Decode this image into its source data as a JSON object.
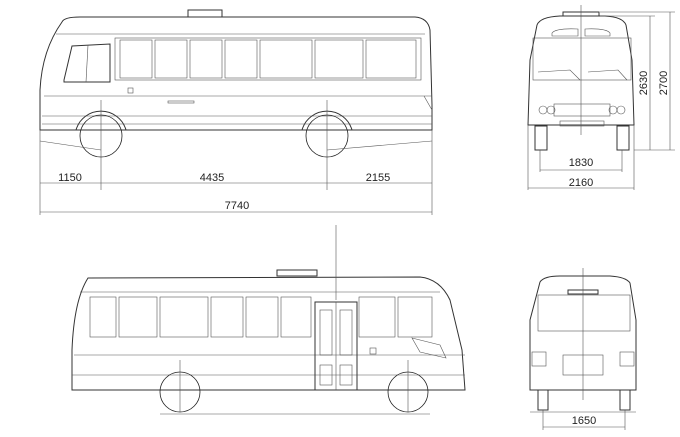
{
  "title": "Bus dimension drawing",
  "views": {
    "side_left": {
      "dims": {
        "front_overhang": "1150",
        "wheelbase": "4435",
        "rear_overhang": "2155",
        "overall_length": "7740"
      }
    },
    "front": {
      "dims": {
        "track": "1830",
        "overall_width": "2160",
        "height_body": "2630",
        "height_overall": "2700"
      }
    },
    "side_right": {},
    "rear": {
      "dims": {
        "rear_track": "1650"
      }
    }
  },
  "colors": {
    "line": "#333333",
    "background": "#ffffff"
  }
}
